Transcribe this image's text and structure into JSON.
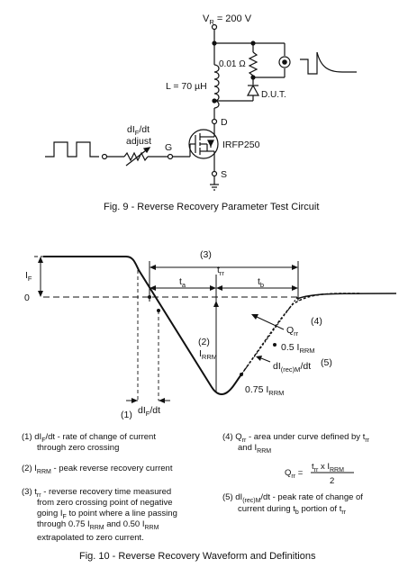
{
  "fig9": {
    "vr": {
      "main": "V",
      "sub": "R",
      "rest": " = 200 V"
    },
    "inductor": "L = 70 µH",
    "resistor": "0.01 Ω",
    "dut": "D.U.T.",
    "d": "D",
    "g": "G",
    "s": "S",
    "mosfet": "IRFP250",
    "adjust1": {
      "main": "dI",
      "sub": "F",
      "rest": "/dt"
    },
    "adjust2": "adjust",
    "caption": "Fig. 9 - Reverse Recovery Parameter Test Circuit"
  },
  "fig10": {
    "label3": "(3)",
    "trr": {
      "main": "t",
      "sub": "rr"
    },
    "ta": {
      "main": "t",
      "sub": "a"
    },
    "tb": {
      "main": "t",
      "sub": "b"
    },
    "if_label": {
      "main": "I",
      "sub": "F"
    },
    "zero": "0",
    "label2": "(2)",
    "irrm": {
      "main": "I",
      "sub": "RRM"
    },
    "qrr": {
      "main": "Q",
      "sub": "rr"
    },
    "label4": "(4)",
    "half_irrm": {
      "main": "0.5 I",
      "sub": "RRM"
    },
    "didt_rec": {
      "main": "dI",
      "sub": "(rec)M",
      "rest": "/dt"
    },
    "label5": "(5)",
    "threeq_irrm": {
      "main": "0.75 I",
      "sub": "RRM"
    },
    "label1": "(1)",
    "didt": {
      "main": "dI",
      "sub": "F",
      "rest": "/dt"
    },
    "caption": "Fig. 10 - Reverse Recovery Waveform and Definitions"
  },
  "definitions": {
    "d1_l1": {
      "pre": "(1) dI",
      "sub": "F",
      "rest": "/dt - rate of change of current"
    },
    "d1_l2": "through zero crossing",
    "d2": {
      "pre": "(2) I",
      "sub": "RRM",
      "rest": " - peak reverse recovery current"
    },
    "d3_l1": {
      "pre": "(3) t",
      "sub": "rr",
      "rest": " - reverse recovery time measured"
    },
    "d3_l2": "from zero crossing point of negative",
    "d3_l3": {
      "pre": "going I",
      "sub": "F",
      "rest": " to point where a line passing"
    },
    "d3_l4": {
      "pre": "through 0.75 I",
      "sub": "RRM",
      "mid": " and 0.50 I",
      "sub2": "RRM"
    },
    "d3_l5": "extrapolated to zero current.",
    "d4_l1": {
      "pre": "(4) Q",
      "sub": "rr",
      "rest": " - area under curve defined by t",
      "sub2": "rr"
    },
    "d4_l2": {
      "pre": "and I",
      "sub": "RRM"
    },
    "formula_lhs": {
      "main": "Q",
      "sub": "rr",
      "rest": " ="
    },
    "formula_num": {
      "pre": "t",
      "sub": "rr",
      "mid": " x I",
      "sub2": "RRM"
    },
    "formula_den": "2",
    "d5_l1": {
      "pre": "(5) dI",
      "sub": "(rec)M",
      "rest": "/dt - peak rate of change of"
    },
    "d5_l2": {
      "pre": "current during t",
      "sub": "b",
      "rest": " portion of t",
      "sub2": "rr"
    }
  }
}
